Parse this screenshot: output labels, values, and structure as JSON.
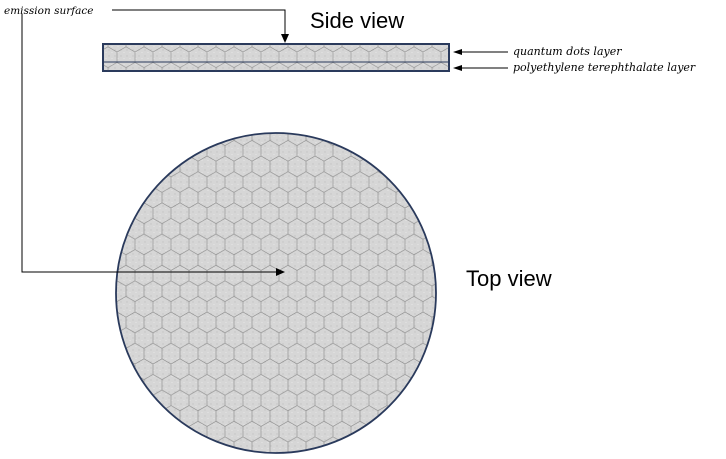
{
  "labels": {
    "side_view": "Side view",
    "top_view": "Top view",
    "emission_surface": "emission surface",
    "quantum_dots_layer": "quantum dots layer",
    "pet_layer": "polyethylene terephthalate layer"
  },
  "colors": {
    "fill": "#d9d9d9",
    "outline": "#2a3a5c",
    "hex_line": "#555555",
    "text": "#000000"
  }
}
